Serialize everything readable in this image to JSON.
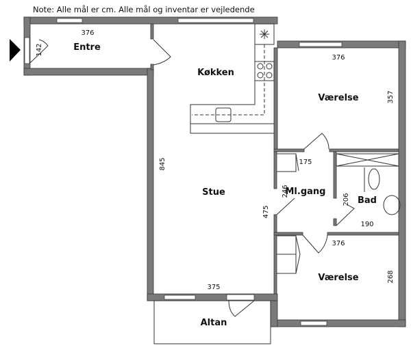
{
  "note": "Note: Alle mål er cm. Alle mål og inventar er vejledende",
  "rooms": {
    "entre": {
      "label": "Entre",
      "width": "376",
      "door": "142"
    },
    "kokken": {
      "label": "Køkken"
    },
    "stue": {
      "label": "Stue",
      "length": "845",
      "width": "375",
      "side": "475"
    },
    "vaerelse1": {
      "label": "Værelse",
      "width": "376",
      "length": "357"
    },
    "mlgang": {
      "label": "Ml.gang",
      "width": "246",
      "closet": "175"
    },
    "bad": {
      "label": "Bad",
      "width": "206",
      "length": "190"
    },
    "vaerelse2": {
      "label": "Værelse",
      "width": "376",
      "length": "268"
    },
    "altan": {
      "label": "Altan"
    }
  },
  "colors": {
    "wall": "#7a7a7a",
    "line": "#333333"
  }
}
